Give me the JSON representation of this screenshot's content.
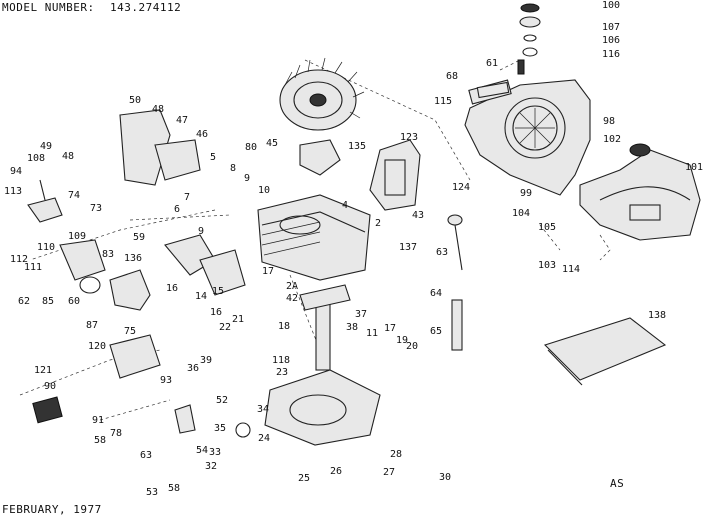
{
  "header": {
    "model_label": "MODEL NUMBER:",
    "model_number": "143.274112"
  },
  "footer": {
    "date": "FEBRUARY, 1977",
    "code": "AS"
  },
  "callouts": [
    "100",
    "107",
    "106",
    "116",
    "61",
    "68",
    "115",
    "98",
    "102",
    "101",
    "123",
    "124",
    "99",
    "104",
    "105",
    "103",
    "114",
    "63",
    "64",
    "65",
    "138",
    "135",
    "45",
    "80",
    "4",
    "2",
    "43",
    "137",
    "50",
    "48",
    "47",
    "46",
    "49",
    "48",
    "5",
    "8",
    "9",
    "6",
    "7",
    "9",
    "10",
    "94",
    "108",
    "113",
    "74",
    "73",
    "112",
    "110",
    "109",
    "111",
    "59",
    "136",
    "83",
    "62",
    "85",
    "60",
    "16",
    "14",
    "17",
    "15",
    "18",
    "16",
    "2A",
    "42",
    "21",
    "22",
    "37",
    "38",
    "11",
    "17",
    "19",
    "20",
    "87",
    "75",
    "120",
    "39",
    "36",
    "93",
    "121",
    "90",
    "91",
    "78",
    "58",
    "63",
    "53",
    "58",
    "54",
    "52",
    "34",
    "35",
    "33",
    "32",
    "118",
    "23",
    "24",
    "25",
    "26",
    "27",
    "28",
    "30"
  ]
}
